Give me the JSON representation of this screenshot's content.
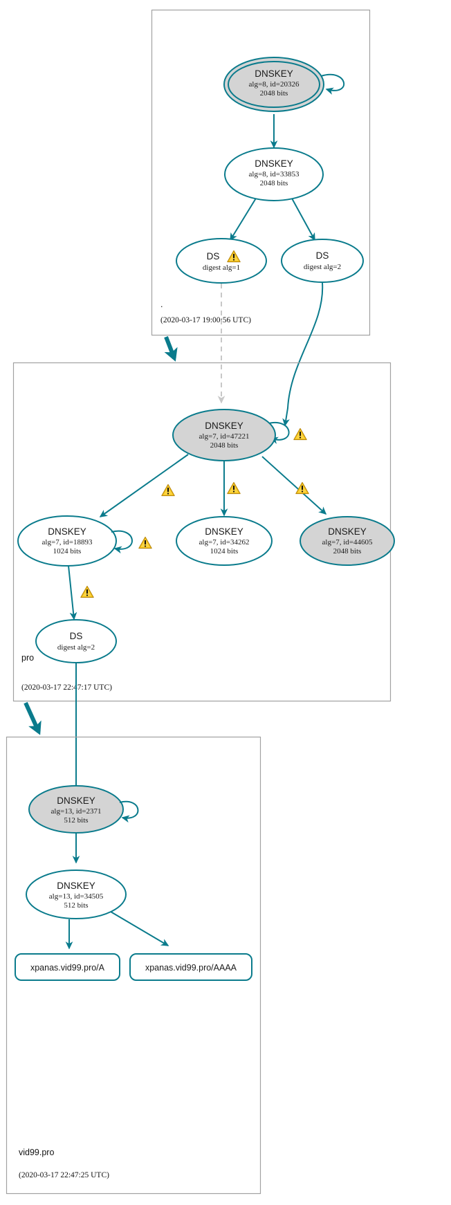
{
  "diagram": {
    "type": "dnssec-authentication-chain",
    "title": "DNSSEC authentication chain for vid99.pro",
    "colors": {
      "edge": "#0a7b8c",
      "node_stroke": "#0a7b8c",
      "secure_fill": "#d4d4d4",
      "plain_fill": "#ffffff",
      "zone_border": "#a0a0a0",
      "insecure_edge": "#c8c8c8",
      "warning": "#f5c518"
    }
  },
  "zones": [
    {
      "id": "root",
      "label": ".",
      "timestamp": "(2020-03-17 19:00:56 UTC)",
      "nodes": [
        {
          "id": "root-ksk",
          "kind": "DNSKEY",
          "title": "DNSKEY",
          "detail": "alg=8, id=20326",
          "bits": "2048 bits",
          "alg": 8,
          "key_id": 20326,
          "key_size": 2048,
          "shape": "doubleellipse",
          "fill": "gray",
          "self_signed": true,
          "warning": false
        },
        {
          "id": "root-zsk",
          "kind": "DNSKEY",
          "title": "DNSKEY",
          "detail": "alg=8, id=33853",
          "bits": "2048 bits",
          "alg": 8,
          "key_id": 33853,
          "key_size": 2048,
          "shape": "ellipse",
          "fill": "white",
          "self_signed": false,
          "warning": false
        },
        {
          "id": "root-ds1",
          "kind": "DS",
          "title": "DS",
          "detail": "digest alg=1",
          "digest_alg": 1,
          "shape": "ellipse",
          "fill": "white",
          "warning": true
        },
        {
          "id": "root-ds2",
          "kind": "DS",
          "title": "DS",
          "detail": "digest alg=2",
          "digest_alg": 2,
          "shape": "ellipse",
          "fill": "white",
          "warning": false
        }
      ]
    },
    {
      "id": "pro",
      "label": "pro",
      "timestamp": "(2020-03-17 22:47:17 UTC)",
      "nodes": [
        {
          "id": "pro-ksk",
          "kind": "DNSKEY",
          "title": "DNSKEY",
          "detail": "alg=7, id=47221",
          "bits": "2048 bits",
          "alg": 7,
          "key_id": 47221,
          "key_size": 2048,
          "shape": "ellipse",
          "fill": "gray",
          "self_signed": true,
          "warning": true
        },
        {
          "id": "pro-zsk-18893",
          "kind": "DNSKEY",
          "title": "DNSKEY",
          "detail": "alg=7, id=18893",
          "bits": "1024 bits",
          "alg": 7,
          "key_id": 18893,
          "key_size": 1024,
          "shape": "ellipse",
          "fill": "white",
          "self_signed": true,
          "warning": true
        },
        {
          "id": "pro-zsk-34262",
          "kind": "DNSKEY",
          "title": "DNSKEY",
          "detail": "alg=7, id=34262",
          "bits": "1024 bits",
          "alg": 7,
          "key_id": 34262,
          "key_size": 1024,
          "shape": "ellipse",
          "fill": "white",
          "self_signed": false,
          "warning": false
        },
        {
          "id": "pro-zsk-44605",
          "kind": "DNSKEY",
          "title": "DNSKEY",
          "detail": "alg=7, id=44605",
          "bits": "2048 bits",
          "alg": 7,
          "key_id": 44605,
          "key_size": 2048,
          "shape": "ellipse",
          "fill": "gray",
          "self_signed": false,
          "warning": false
        },
        {
          "id": "pro-ds2",
          "kind": "DS",
          "title": "DS",
          "detail": "digest alg=2",
          "digest_alg": 2,
          "shape": "ellipse",
          "fill": "white",
          "warning": false
        }
      ]
    },
    {
      "id": "vid99pro",
      "label": "vid99.pro",
      "timestamp": "(2020-03-17 22:47:25 UTC)",
      "nodes": [
        {
          "id": "vid-ksk",
          "kind": "DNSKEY",
          "title": "DNSKEY",
          "detail": "alg=13, id=2371",
          "bits": "512 bits",
          "alg": 13,
          "key_id": 2371,
          "key_size": 512,
          "shape": "ellipse",
          "fill": "gray",
          "self_signed": true,
          "warning": false
        },
        {
          "id": "vid-zsk",
          "kind": "DNSKEY",
          "title": "DNSKEY",
          "detail": "alg=13, id=34505",
          "bits": "512 bits",
          "alg": 13,
          "key_id": 34505,
          "key_size": 512,
          "shape": "ellipse",
          "fill": "white",
          "self_signed": false,
          "warning": false
        },
        {
          "id": "rrset-a",
          "kind": "RRset",
          "title": "xpanas.vid99.pro/A",
          "shape": "box",
          "fill": "white",
          "warning": false
        },
        {
          "id": "rrset-aaaa",
          "kind": "RRset",
          "title": "xpanas.vid99.pro/AAAA",
          "shape": "box",
          "fill": "white",
          "warning": false
        }
      ]
    }
  ],
  "warnings": {
    "count": 6,
    "icon": "warning-triangle-icon",
    "glyph": "!"
  }
}
